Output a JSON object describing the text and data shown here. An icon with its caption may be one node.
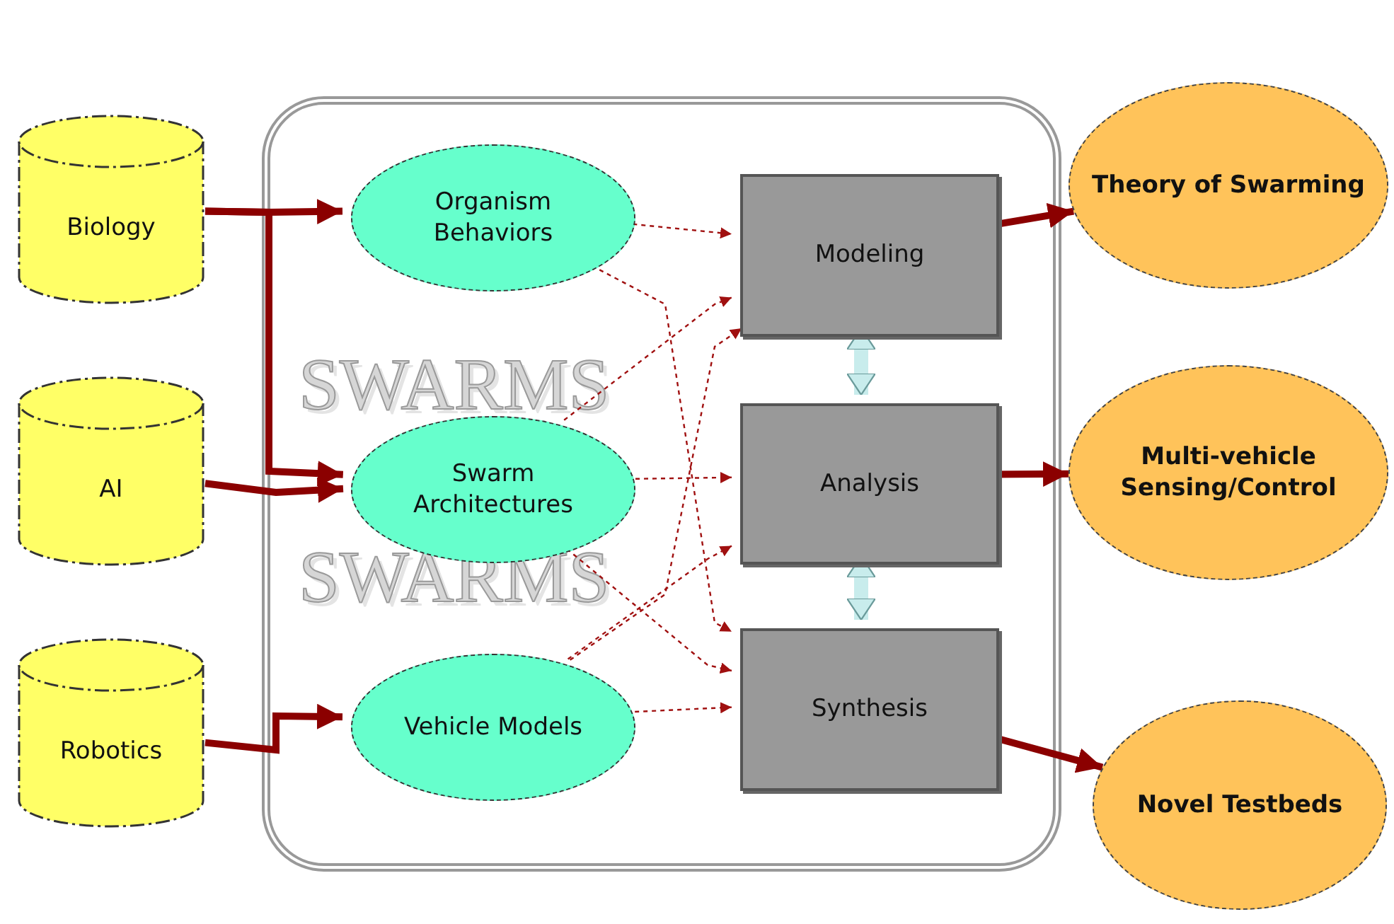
{
  "diagram": {
    "nodes": [
      {
        "text": [
          "Biology"
        ]
      },
      {
        "text": [
          "AI"
        ]
      },
      {
        "text": [
          "Robotics"
        ]
      },
      {
        "text": [],
        "shape": "box"
      },
      {
        "text": [
          "Organism Behaviors"
        ],
        "in": 3
      },
      {
        "text": [
          "Swarm Architectures"
        ],
        "in": 3
      },
      {
        "text": [
          "Vehicle Models"
        ],
        "in": 3
      },
      {
        "text": [
          "Modeling"
        ],
        "in": 3
      },
      {
        "text": [
          "Analysis"
        ],
        "in": 3
      },
      {
        "text": [
          "Synthesis"
        ],
        "in": 3
      },
      {
        "text": [
          "Theory of Swarming"
        ]
      },
      {
        "text": [
          "Multi-vehicle Sensing/Control"
        ]
      },
      {
        "text": [
          "Novel Testbeds"
        ]
      }
    ],
    "edges": [
      {
        "from": 0,
        "to": 4,
        "arrow": "to"
      },
      {
        "from": 0,
        "to": 5,
        "arrow": "to"
      },
      {
        "from": 1,
        "to": 5,
        "arrow": "to"
      },
      {
        "from": 2,
        "to": 6,
        "arrow": "to"
      },
      {
        "from": 4,
        "to": 7,
        "arrow": "to",
        "style": "dashed"
      },
      {
        "from": 4,
        "to": 9,
        "arrow": "to",
        "style": "dashed"
      },
      {
        "from": 5,
        "to": 7,
        "arrow": "to",
        "style": "dashed"
      },
      {
        "from": 5,
        "to": 8,
        "arrow": "to",
        "style": "dashed"
      },
      {
        "from": 5,
        "to": 9,
        "arrow": "to",
        "style": "dashed"
      },
      {
        "from": 6,
        "to": 7,
        "arrow": "to",
        "style": "dashed"
      },
      {
        "from": 6,
        "to": 8,
        "arrow": "to",
        "style": "dashed"
      },
      {
        "from": 6,
        "to": 9,
        "arrow": "to",
        "style": "dashed"
      },
      {
        "from": 7,
        "to": 8,
        "arrow": "both",
        "style": "thick",
        "color": "#c8ecec"
      },
      {
        "from": 8,
        "to": 9,
        "arrow": "both",
        "style": "thick",
        "color": "#c8ecec"
      },
      {
        "from": 7,
        "to": 10,
        "arrow": "to"
      },
      {
        "from": 8,
        "to": 11,
        "arrow": "to"
      },
      {
        "from": 9,
        "to": 12,
        "arrow": "to"
      }
    ],
    "labels": [
      "SWARMS",
      "SWARMS"
    ]
  }
}
